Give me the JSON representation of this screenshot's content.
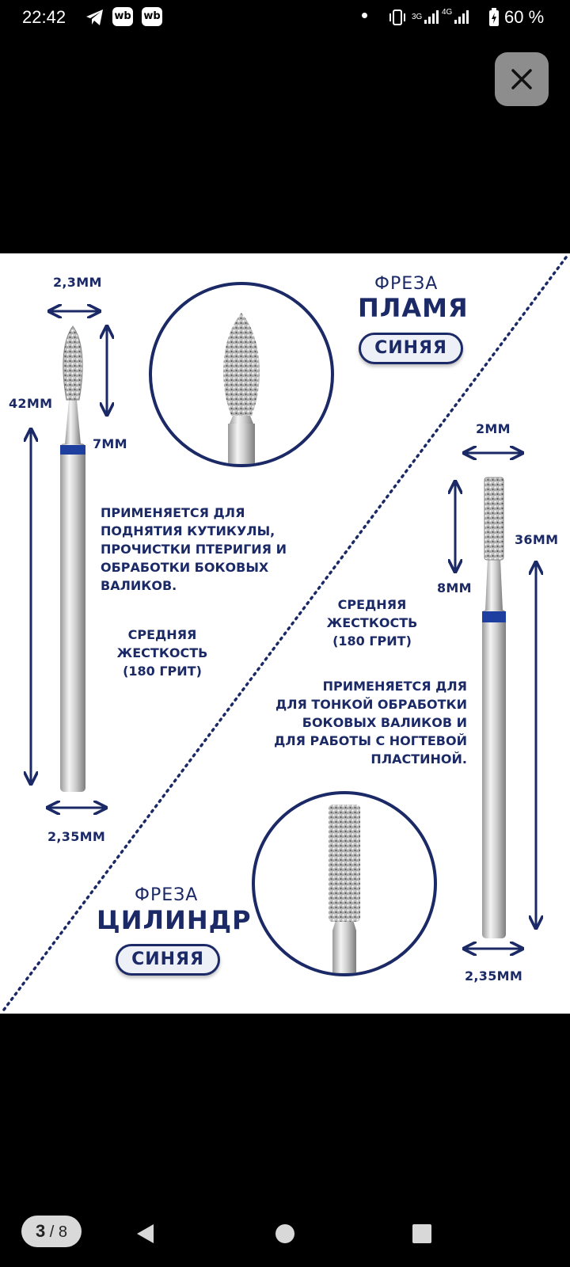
{
  "status_bar": {
    "time": "22:42",
    "wb_badge_1": "wb",
    "wb_badge_2": "wb",
    "network_3g": "3G",
    "network_4g": "4G",
    "battery_percent": "60 %"
  },
  "viewer": {
    "page_current": "3",
    "page_total": "/ 8"
  },
  "product_image": {
    "flame": {
      "title_small": "ФРЕЗА",
      "title_big": "ПЛАМЯ",
      "badge": "СИНЯЯ",
      "dim_width": "2,3ММ",
      "dim_head": "7ММ",
      "dim_length": "42ММ",
      "dim_shank": "2,35ММ",
      "usage": "ПРИМЕНЯЕТСЯ ДЛЯ\nПОДНЯТИЯ  КУТИКУЛЫ,\nПРОЧИСТКИ ПТЕРИГИЯ И\nОБРАБОТКИ БОКОВЫХ\nВАЛИКОВ.",
      "hardness": "СРЕДНЯЯ\nЖЕСТКОСТЬ\n(180 ГРИТ)"
    },
    "cylinder": {
      "title_small": "ФРЕЗА",
      "title_big": "ЦИЛИНДР",
      "badge": "СИНЯЯ",
      "dim_width": "2ММ",
      "dim_head": "8ММ",
      "dim_length": "36ММ",
      "dim_shank": "2,35ММ",
      "hardness": "СРЕДНЯЯ\nЖЕСТКОСТЬ\n(180 ГРИТ)",
      "usage": "ПРИМЕНЯЕТСЯ ДЛЯ\nДЛЯ ТОНКОЙ ОБРАБОТКИ\nБОКОВЫХ ВАЛИКОВ И\nДЛЯ РАБОТЫ С НОГТЕВОЙ\nПЛАСТИНОЙ."
    }
  },
  "colors": {
    "navy": "#1b2a66",
    "band_blue": "#1f3fa0",
    "close_button_bg": "#8d8d8d"
  }
}
